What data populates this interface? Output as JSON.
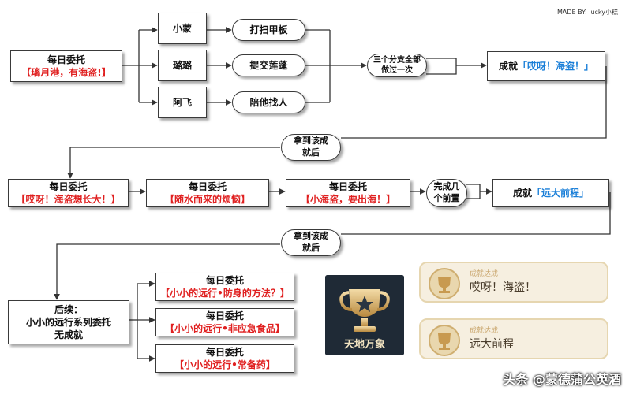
{
  "credit": "MADE BY: lucky小糕",
  "start": {
    "title": "每日委托",
    "subtitle": "【璃月港，有海盗!】"
  },
  "branches": [
    {
      "name": "小蒙",
      "task": "打扫甲板"
    },
    {
      "name": "璐璐",
      "task": "提交莲蓬"
    },
    {
      "name": "阿飞",
      "task": "陪他找人"
    }
  ],
  "condition1": "三个分支全部做过一次",
  "achievement1": {
    "prefix": "成就",
    "name": "「哎呀！海盗！」"
  },
  "get1": "拿到该成就后",
  "row2": [
    {
      "title": "每日委托",
      "subtitle": "【哎呀！海盗想长大！】"
    },
    {
      "title": "每日委托",
      "subtitle": "【随水而来的烦恼】"
    },
    {
      "title": "每日委托",
      "subtitle": "【小海盗，要出海！】"
    }
  ],
  "condition2": "完成几个前置",
  "achievement2": {
    "prefix": "成就",
    "name": "「远大前程」"
  },
  "get2": "拿到该成就后",
  "follow": {
    "line1": "后续：",
    "line2": "小小的远行系列委托",
    "line3": "无成就"
  },
  "row3": [
    {
      "title": "每日委托",
      "subtitle": "【小小的远行•防身的方法？】"
    },
    {
      "title": "每日委托",
      "subtitle": "【小小的远行•非应急食品】"
    },
    {
      "title": "每日委托",
      "subtitle": "【小小的远行•常备药】"
    }
  ],
  "trophy": {
    "label": "天地万象"
  },
  "cards": [
    {
      "small": "成就达成",
      "big": "哎呀！海盗！"
    },
    {
      "small": "成就达成",
      "big": "远大前程"
    }
  ],
  "watermark": "头条 @蒙德蒲公英酒"
}
